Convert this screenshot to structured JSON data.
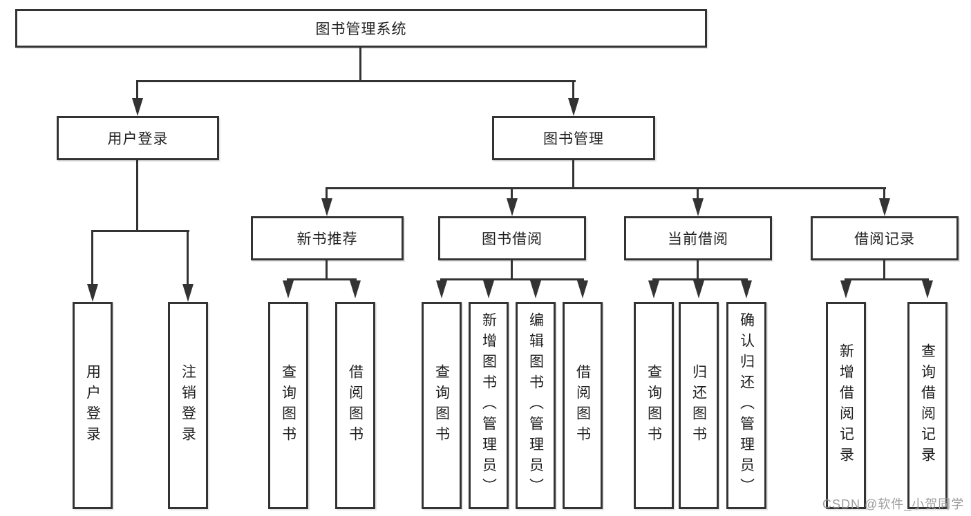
{
  "nodes": {
    "root": "图书管理系统",
    "level2": {
      "user_login": "用户登录",
      "book_management": "图书管理"
    },
    "level3": {
      "new_book_recommend": "新书推荐",
      "book_borrow": "图书借阅",
      "current_borrow": "当前借阅",
      "borrow_record": "借阅记录"
    },
    "leaves": {
      "user_login": "用户登录",
      "logout": "注销登录",
      "recommend_query_book": "查询图书",
      "recommend_borrow_book": "借阅图书",
      "borrow_query_book": "查询图书",
      "borrow_add_book_admin": "新增图书（管理员）",
      "borrow_edit_book_admin": "编辑图书（管理员）",
      "borrow_borrow_book": "借阅图书",
      "current_query_book": "查询图书",
      "current_return_book": "归还图书",
      "current_confirm_return_admin": "确认归还（管理员）",
      "record_add_record": "新增借阅记录",
      "record_query_record": "查询借阅记录"
    }
  },
  "watermark": "CSDN @软件_小贺同学",
  "colors": {
    "line": "#333333",
    "text": "#1f1f1f",
    "watermark": "#9d9d9d",
    "background": "#ffffff"
  }
}
